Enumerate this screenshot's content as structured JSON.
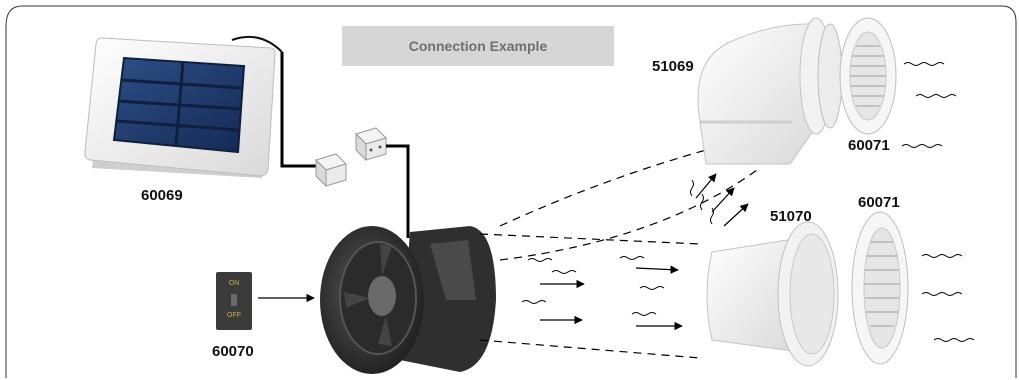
{
  "title": "Connection Example",
  "parts": {
    "solar_panel": "60069",
    "switch": "60070",
    "elbow": "51069",
    "grill_top": "60071",
    "flange": "51070",
    "grill_bottom": "60071"
  },
  "switch_labels": {
    "on": "ON",
    "off": "OFF"
  },
  "colors": {
    "title_bg": "#d6d6d6",
    "title_text": "#6f6f6f",
    "switch_text": "#c9b441"
  }
}
